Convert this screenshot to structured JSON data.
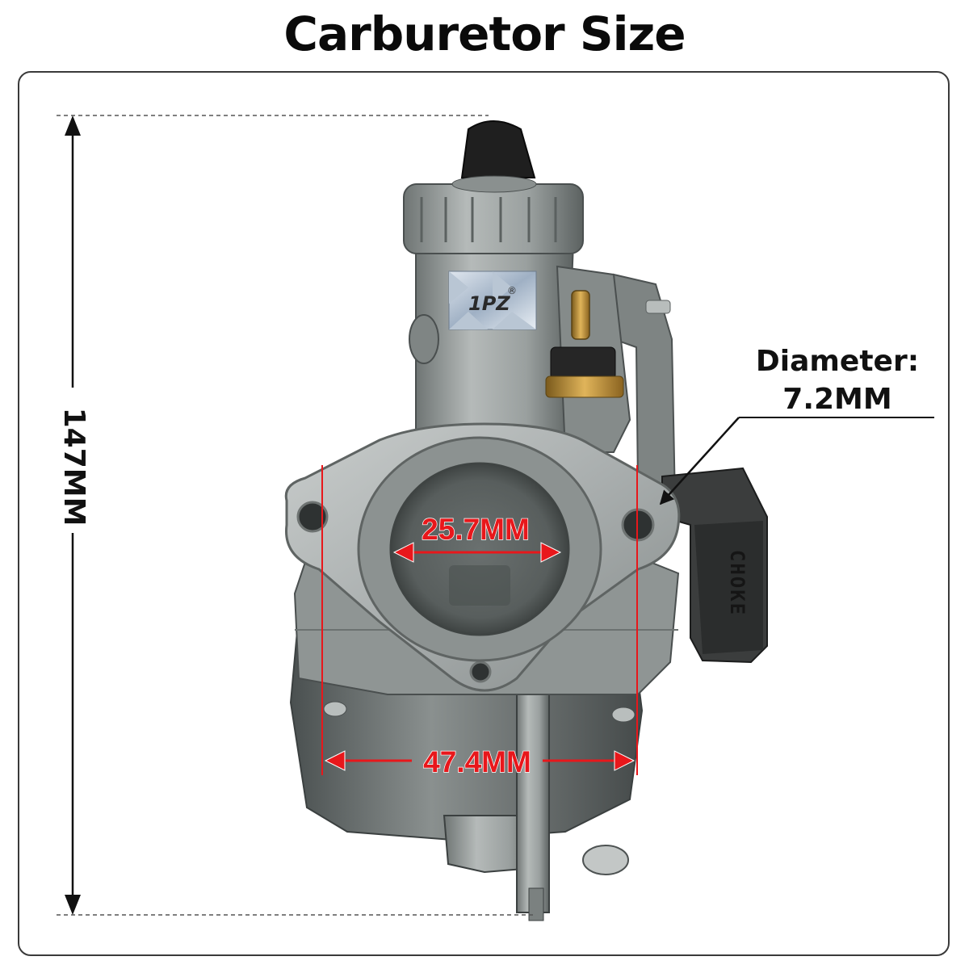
{
  "title": "Carburetor Size",
  "dimensions": {
    "height": "147MM",
    "bore": "25.7MM",
    "flange_width": "47.4MM",
    "hole_label": "Diameter:",
    "hole_value": "7.2MM"
  },
  "logo": {
    "brand": "1PZ",
    "mark": "®"
  },
  "lever": {
    "label": "CHOKE"
  },
  "colors": {
    "dimension_red": "#e8171b",
    "body_metal": "#9aa09f",
    "dark_metal": "#5f6566",
    "rubber": "#2b2b2b"
  }
}
